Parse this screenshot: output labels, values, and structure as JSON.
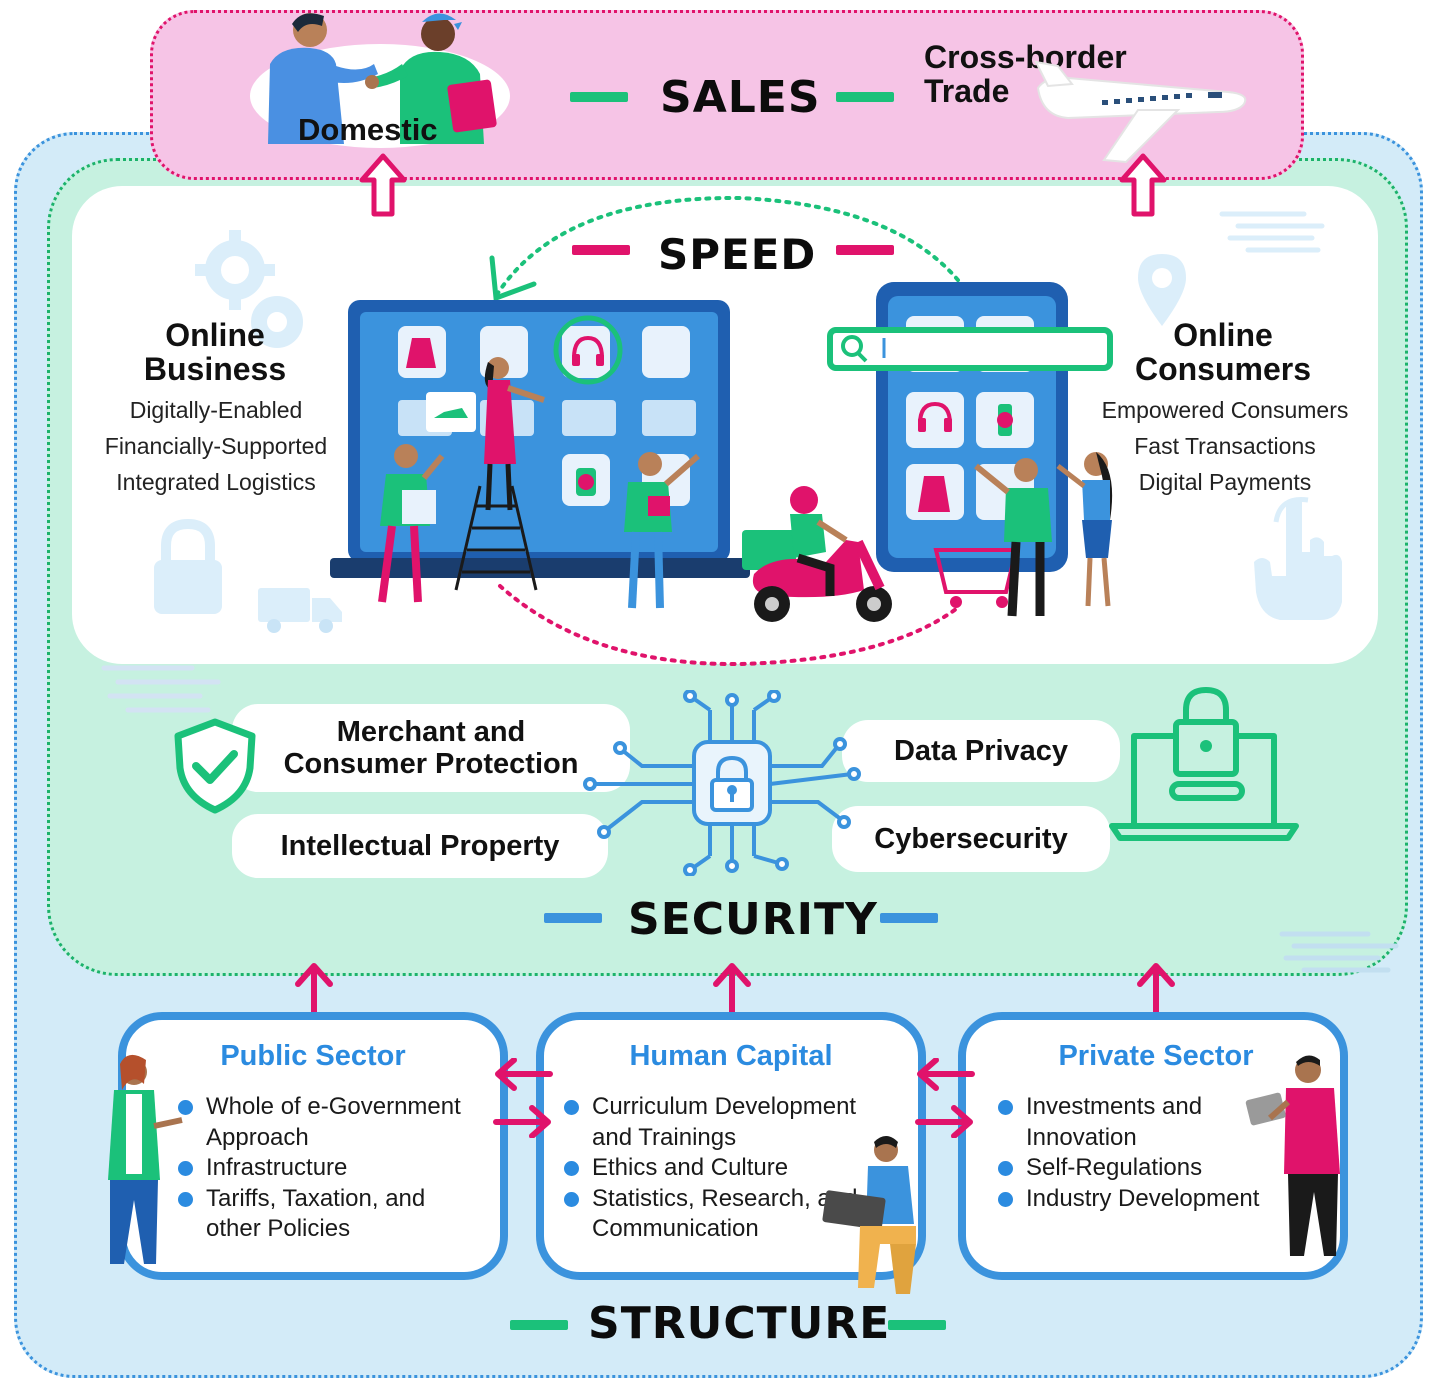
{
  "sales": {
    "title": "SALES",
    "domestic": "Domestic",
    "cross_border": "Cross-border\nTrade"
  },
  "speed": {
    "title": "SPEED",
    "online_business": {
      "title": "Online\nBusiness",
      "items": [
        "Digitally-Enabled",
        "Financially-Supported",
        "Integrated Logistics"
      ]
    },
    "online_consumers": {
      "title": "Online\nConsumers",
      "items": [
        "Empowered Consumers",
        "Fast Transactions",
        "Digital Payments"
      ]
    }
  },
  "security": {
    "title": "SECURITY",
    "merchant": "Merchant and\nConsumer Protection",
    "ip": "Intellectual Property",
    "privacy": "Data Privacy",
    "cyber": "Cybersecurity"
  },
  "structure": {
    "title": "STRUCTURE",
    "public": {
      "title": "Public Sector",
      "items": [
        "Whole of e-Government Approach",
        "Infrastructure",
        "Tariffs, Taxation, and other Policies"
      ]
    },
    "human": {
      "title": "Human Capital",
      "items": [
        "Curriculum Development and Trainings",
        "Ethics and Culture",
        "Statistics, Research, and Communication"
      ]
    },
    "private": {
      "title": "Private Sector",
      "items": [
        "Investments and Innovation",
        "Self-Regulations",
        "Industry Development"
      ]
    }
  },
  "colors": {
    "pink": "#e0136b",
    "green": "#1bc17a",
    "blue": "#3b93dd",
    "sales_bg": "#f6c4e6",
    "security_bg": "#c6f1e0",
    "structure_bg": "#d3ebf8"
  },
  "icons": [
    "handshake-illustration",
    "airplane-icon",
    "gear-icon",
    "lock-icon",
    "truck-icon",
    "location-pin-icon",
    "hand-tap-icon",
    "shield-check-icon",
    "circuit-lock-icon",
    "laptop-lock-icon",
    "laptop-store-illustration",
    "tablet-store-illustration",
    "scooter-rider-illustration"
  ]
}
